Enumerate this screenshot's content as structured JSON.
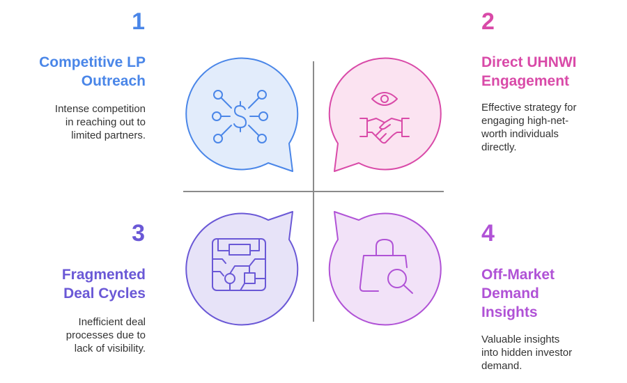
{
  "colors": {
    "q1": "#4a86e8",
    "q1_fill": "#e2ecfb",
    "q2": "#d94aa8",
    "q2_fill": "#fbe3f1",
    "q3": "#6a58d6",
    "q3_fill": "#e7e3f8",
    "q4": "#b052d6",
    "q4_fill": "#f2e2f8",
    "axis": "#8a8a8a",
    "text": "#333333"
  },
  "quadrants": [
    {
      "number": "1",
      "title_lines": [
        "Competitive LP",
        "Outreach"
      ],
      "desc_lines": [
        "Intense competition",
        "in reaching out to",
        "limited partners."
      ],
      "icon": "network-dollar-icon"
    },
    {
      "number": "2",
      "title_lines": [
        "Direct UHNWI",
        "Engagement"
      ],
      "desc_lines": [
        "Effective strategy for",
        "engaging high-net-",
        "worth individuals",
        "directly."
      ],
      "icon": "eye-handshake-icon"
    },
    {
      "number": "3",
      "title_lines": [
        "Fragmented",
        "Deal Cycles"
      ],
      "desc_lines": [
        "Inefficient deal",
        "processes due to",
        "lack of visibility."
      ],
      "icon": "circuit-chip-icon"
    },
    {
      "number": "4",
      "title_lines": [
        "Off-Market",
        "Demand",
        "Insights"
      ],
      "desc_lines": [
        "Valuable insights",
        "into hidden investor",
        "demand."
      ],
      "icon": "bag-search-icon"
    }
  ]
}
